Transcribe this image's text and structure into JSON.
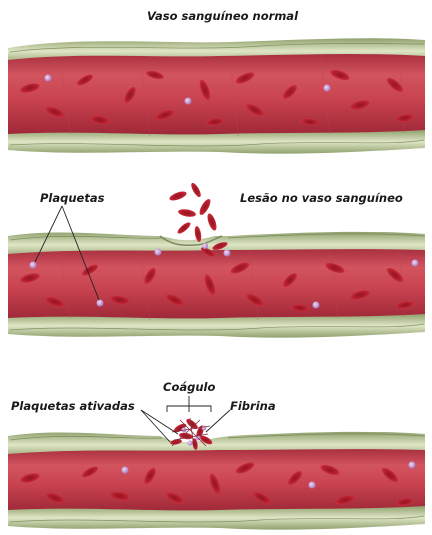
{
  "labels": {
    "normal": "Vaso sanguíneo normal",
    "platelets": "Plaquetas",
    "injury": "Lesão no vaso sanguíneo",
    "clot": "Coágulo",
    "activated_platelets": "Plaquetas ativadas",
    "fibrin": "Fibrina"
  },
  "colors": {
    "vessel_wall": "#9fb07e",
    "vessel_wall_light": "#d3ddb6",
    "blood": "#c8424f",
    "blood_dark": "#a3283a",
    "red_cell": "#b81f2d",
    "platelet": "#c89ad6",
    "fibrin": "#7f2a3c"
  }
}
